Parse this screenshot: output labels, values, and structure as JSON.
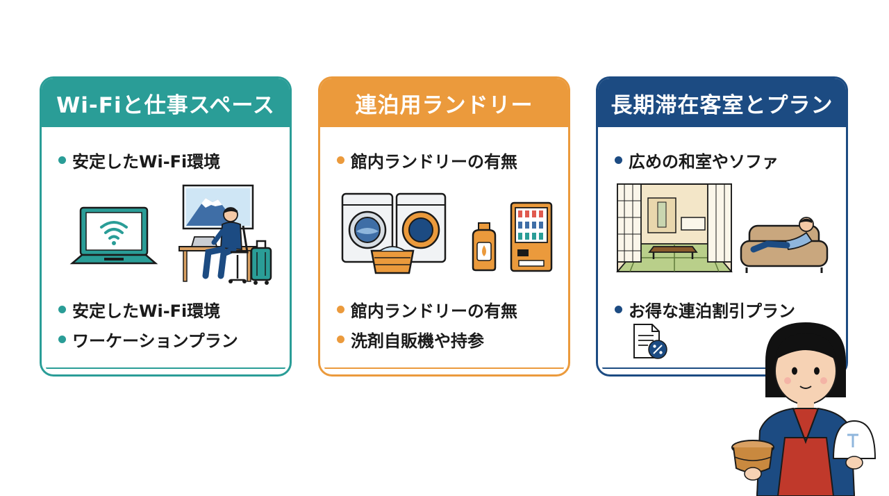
{
  "cards": [
    {
      "title": "Wi-Fiと仕事スペース",
      "color": "#2a9d97",
      "top_bullets": [
        "安定したWi-Fi環境"
      ],
      "bottom_bullets": [
        "安定したWi-Fi環境",
        "ワーケーションプラン"
      ],
      "icons": [
        "laptop-wifi-icon",
        "remote-worker-illustration",
        "suitcase-icon"
      ]
    },
    {
      "title": "連泊用ランドリー",
      "color": "#eb9a3c",
      "top_bullets": [
        "館内ランドリーの有無"
      ],
      "bottom_bullets": [
        "館内ランドリーの有無",
        "洗剤自販機や持参"
      ],
      "icons": [
        "washing-machine-icon",
        "dryer-icon",
        "laundry-basket-icon",
        "detergent-bottle-icon",
        "vending-machine-icon"
      ]
    },
    {
      "title": "長期滞在客室とプラン",
      "color": "#1c4b82",
      "top_bullets": [
        "広めの和室やソファ"
      ],
      "bottom_bullets": [
        "お得な連泊割引プラン"
      ],
      "icons": [
        "japanese-room-illustration",
        "sofa-person-icon",
        "discount-document-icon"
      ]
    }
  ],
  "mascot": {
    "icon": "onsen-staff-mascot"
  }
}
